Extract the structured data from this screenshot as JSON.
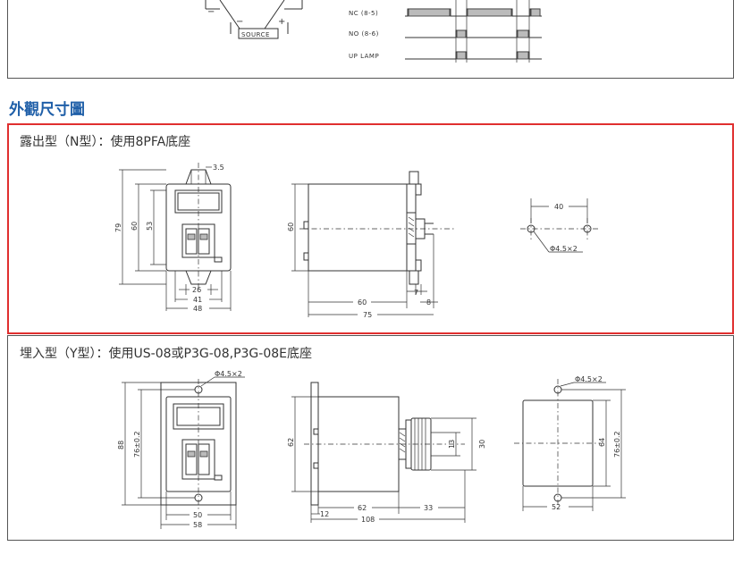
{
  "top": {
    "minus_left": "−",
    "minus": "−",
    "plus": "+",
    "source": "SOURCE",
    "nc": "NC (8-5)",
    "no": "NO (8-6)",
    "up_lamp": "UP LAMP"
  },
  "section_title": "外觀尺寸圖",
  "n_type": {
    "subtitle": "露出型（N型）：使用8PFA底座",
    "dims": {
      "d35": "3.5",
      "d79": "79",
      "d60a": "60",
      "d53": "53",
      "d26": "26",
      "d41": "41",
      "d48": "48",
      "d60b": "60",
      "d7": "7",
      "d8": "8",
      "d60c": "60",
      "d75": "75",
      "d40": "40",
      "hole": "Φ4.5×2"
    }
  },
  "y_type": {
    "subtitle": "埋入型（Y型）：使用US-08或P3G-08,P3G-08E底座",
    "dims": {
      "hole1": "Φ4.5×2",
      "d88": "88",
      "d76": "76±0.2",
      "d50": "50",
      "d58": "58",
      "d62a": "62",
      "d13": "13",
      "d30": "30",
      "d12": "12",
      "d62b": "62",
      "d33": "33",
      "d108": "108",
      "hole2": "Φ4.5×2",
      "d64": "64",
      "d76b": "76±0.2",
      "d52": "52"
    }
  }
}
